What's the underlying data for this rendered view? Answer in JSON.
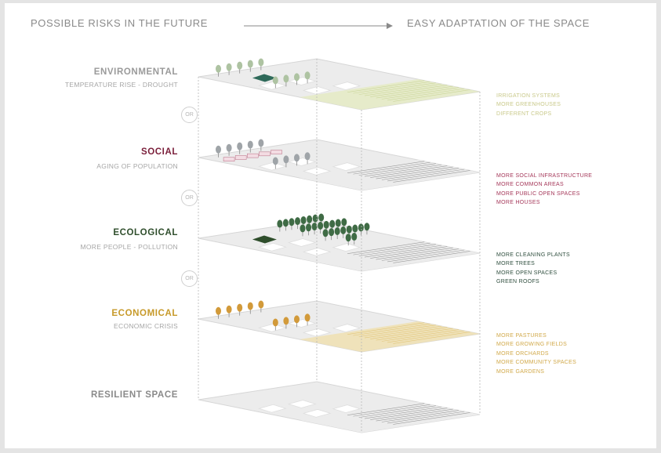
{
  "header": {
    "left": "POSSIBLE RISKS IN THE FUTURE",
    "right": "EASY ADAPTATION OF THE SPACE"
  },
  "connector_label": "OR",
  "layers": [
    {
      "title": "ENVIRONMENTAL",
      "subtitle": "TEMPERATURE RISE - DROUGHT",
      "title_color": "#9a9a9a",
      "list_color": "#c9c98a",
      "items": [
        "IRRIGATION SYSTEMS",
        "MORE GREENHOUSES",
        "DIFFERENT CROPS"
      ]
    },
    {
      "title": "SOCIAL",
      "subtitle": "AGING OF POPULATION",
      "title_color": "#7a1e3a",
      "list_color": "#a5385a",
      "items": [
        "MORE SOCIAL INFRASTRUCTURE",
        "MORE COMMON AREAS",
        "MORE PUBLIC OPEN SPACES",
        "MORE HOUSES"
      ]
    },
    {
      "title": "ECOLOGICAL",
      "subtitle": "MORE PEOPLE - POLLUTION",
      "title_color": "#2f4e2c",
      "list_color": "#2f4e3e",
      "items": [
        "MORE CLEANING PLANTS",
        "MORE TREES",
        "MORE OPEN SPACES",
        "GREEN ROOFS"
      ]
    },
    {
      "title": "ECONOMICAL",
      "subtitle": "ECONOMIC CRISIS",
      "title_color": "#c79a2a",
      "list_color": "#d1a94a",
      "items": [
        "MORE PASTURES",
        "MORE GROWING FIELDS",
        "MORE ORCHARDS",
        "MORE COMMUNITY SPACES",
        "MORE GARDENS"
      ]
    },
    {
      "title": "RESILIENT SPACE",
      "subtitle": "",
      "title_color": "#8a8a8a",
      "list_color": "#8a8a8a",
      "items": []
    }
  ],
  "palette": {
    "plane": "#ececec",
    "plane_edge": "#d6d6d6",
    "building": "#ffffff",
    "guide": "#b8b8b8",
    "environmental_accent": "#2f6a5a",
    "tree_light": "#aec3a2",
    "tree_grey": "#9fa4a8",
    "social_accent": "#b86a80",
    "ecological_tree": "#3f6b45",
    "economical_tree": "#d29a3a",
    "economical_field": "#efe1b5",
    "environmental_field": "#e6ebc6"
  }
}
